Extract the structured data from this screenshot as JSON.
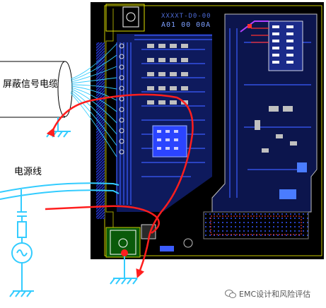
{
  "labels": {
    "shielded_cable": "屏蔽信号电缆",
    "power_line": "电源线"
  },
  "silkscreen": {
    "line1": "XXXXT-D0-00",
    "line2": "A01  00  00A"
  },
  "watermark": {
    "text": "EMC设计和风险评估"
  },
  "colors": {
    "board_background": "#000000",
    "copper_traces": "#1e3cff",
    "board_outline": "#c8c800",
    "current_path": "#ff1e1e",
    "ground_wires": "#33ccff",
    "component_pads": "#c0c0c0"
  }
}
